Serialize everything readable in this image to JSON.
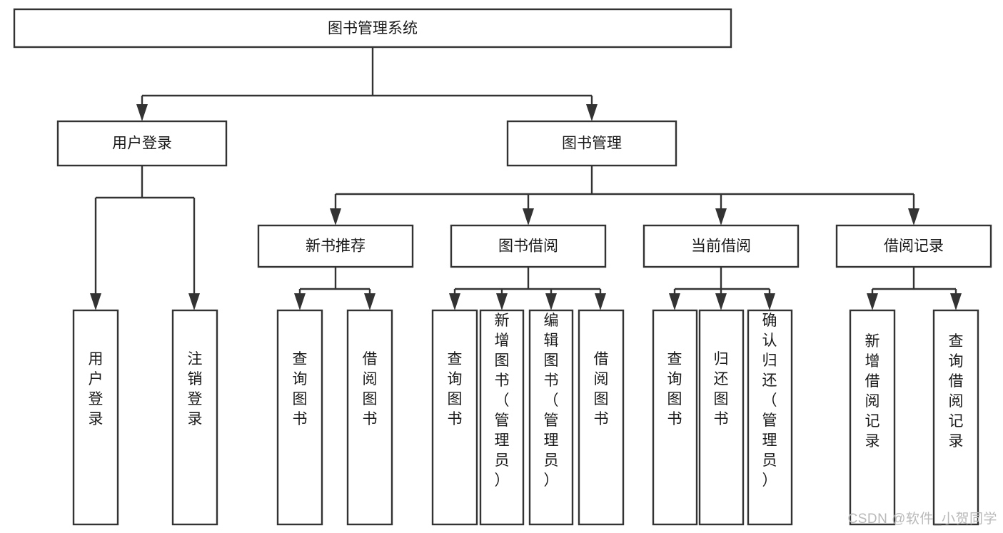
{
  "diagram": {
    "type": "tree-hierarchy-flowchart",
    "root": {
      "id": "root",
      "label": "图书管理系统"
    },
    "level2": [
      {
        "id": "user-login",
        "label": "用户登录"
      },
      {
        "id": "book-manage",
        "label": "图书管理"
      }
    ],
    "level3": [
      {
        "id": "new-book-recommend",
        "label": "新书推荐",
        "parent": "book-manage"
      },
      {
        "id": "book-borrow",
        "label": "图书借阅",
        "parent": "book-manage"
      },
      {
        "id": "current-borrow",
        "label": "当前借阅",
        "parent": "book-manage"
      },
      {
        "id": "borrow-record",
        "label": "借阅记录",
        "parent": "book-manage"
      }
    ],
    "leaves": [
      {
        "id": "leaf-user-login",
        "label": "用户登录",
        "parent": "user-login"
      },
      {
        "id": "leaf-user-logout",
        "label": "注销登录",
        "parent": "user-login"
      },
      {
        "id": "leaf-query-book-1",
        "label": "查询图书",
        "parent": "new-book-recommend"
      },
      {
        "id": "leaf-borrow-book-1",
        "label": "借阅图书",
        "parent": "new-book-recommend"
      },
      {
        "id": "leaf-query-book-2",
        "label": "查询图书",
        "parent": "book-borrow"
      },
      {
        "id": "leaf-add-book",
        "label": "新增图书（管理员）",
        "parent": "book-borrow"
      },
      {
        "id": "leaf-edit-book",
        "label": "编辑图书（管理员）",
        "parent": "book-borrow"
      },
      {
        "id": "leaf-borrow-book-2",
        "label": "借阅图书",
        "parent": "book-borrow"
      },
      {
        "id": "leaf-query-book-3",
        "label": "查询图书",
        "parent": "current-borrow"
      },
      {
        "id": "leaf-return-book",
        "label": "归还图书",
        "parent": "current-borrow"
      },
      {
        "id": "leaf-confirm-return",
        "label": "确认归还（管理员）",
        "parent": "current-borrow"
      },
      {
        "id": "leaf-add-record",
        "label": "新增借阅记录",
        "parent": "borrow-record"
      },
      {
        "id": "leaf-query-record",
        "label": "查询借阅记录",
        "parent": "borrow-record"
      }
    ],
    "colors": {
      "box_stroke": "#333333",
      "box_fill": "#ffffff",
      "text": "#1a1a1a",
      "background": "#ffffff",
      "watermark": "#b9b9b9"
    }
  },
  "watermark": {
    "text": "CSDN @软件_小贺同学"
  }
}
